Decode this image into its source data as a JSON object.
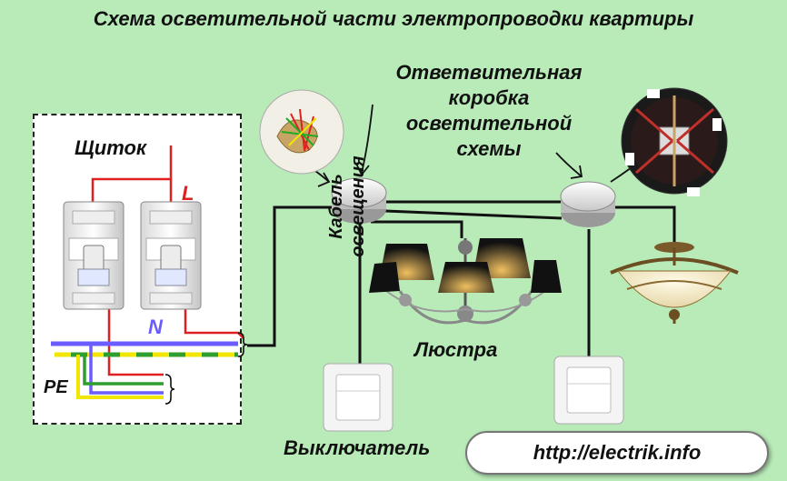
{
  "title": "Схема осветительной части электропроводки квартиры",
  "labels": {
    "panel": "Щиток",
    "phase": "L",
    "neutral": "N",
    "earth": "PE",
    "junction_box": [
      "Ответвительная",
      "коробка",
      "осветительной",
      "схемы"
    ],
    "cable": [
      "Кабель",
      "освещения"
    ],
    "chandelier": "Люстра",
    "switch": "Выключатель"
  },
  "url": "http://electrik.info",
  "colors": {
    "background": "#b9ebb9",
    "phase_wire": "#e02020",
    "neutral_wire": "#6a5cff",
    "earth_wire_green": "#2e9e2e",
    "earth_wire_yellow": "#f2e600",
    "cable": "#111111"
  }
}
